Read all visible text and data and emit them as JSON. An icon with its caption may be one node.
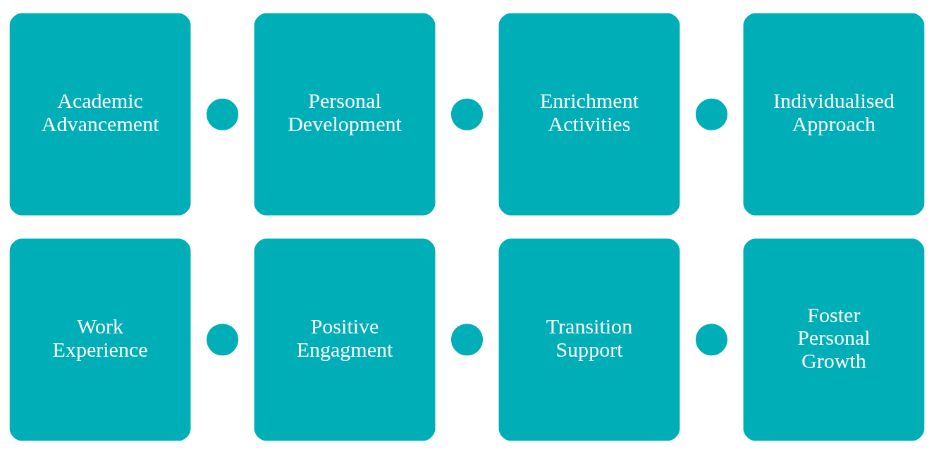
{
  "diagram": {
    "nodes": [
      {
        "text": [
          "Academic Advancement"
        ]
      },
      {
        "text": [],
        "shape": "circle"
      },
      {
        "text": [
          "Personal Development"
        ]
      },
      {
        "text": [],
        "shape": "circle"
      },
      {
        "text": [
          "Enrichment Activities"
        ]
      },
      {
        "text": [],
        "shape": "circle"
      },
      {
        "text": [
          "Individualised Approach"
        ]
      },
      {
        "text": [
          "Work Experience"
        ]
      },
      {
        "text": [],
        "shape": "circle"
      },
      {
        "text": [
          "Positive Engagment"
        ]
      },
      {
        "text": [],
        "shape": "circle"
      },
      {
        "text": [
          "Transition Support"
        ]
      },
      {
        "text": [],
        "shape": "circle"
      },
      {
        "text": [
          "Foster Personal Growth"
        ]
      }
    ],
    "edges": []
  }
}
